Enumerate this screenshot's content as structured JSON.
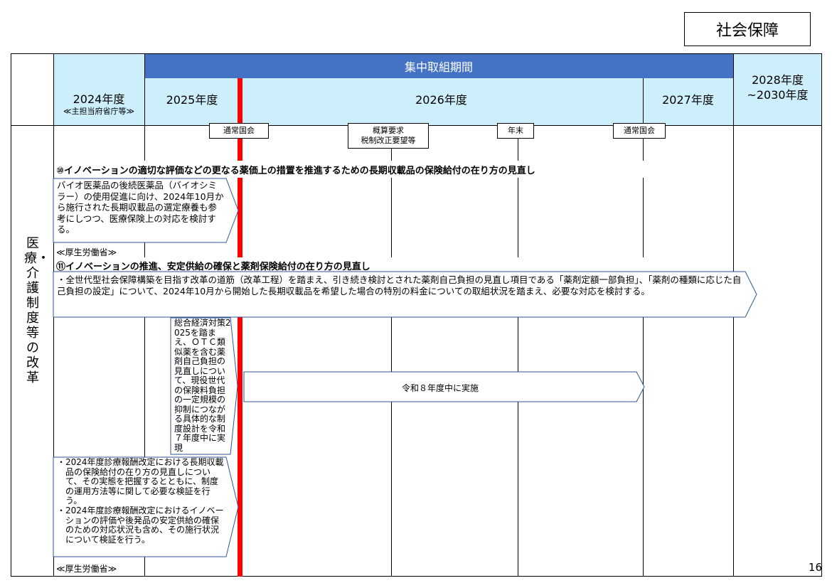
{
  "category_tag": "社会保障",
  "page_number": "16",
  "header": {
    "intensive_period": "集中取組期間",
    "fy2024": "2024年度",
    "fy2024_sub": "≪主担当府省庁等≫",
    "fy2025": "2025年度",
    "fy2026": "2026年度",
    "fy2027": "2027年度",
    "fy2028_line1": "2028年度",
    "fy2028_line2": "~2030年度"
  },
  "row_label": "医療・介護制度等の改革",
  "events": {
    "diet1": "通常国会",
    "budget_line1": "概算要求",
    "budget_line2": "税制改正要望等",
    "year_end": "年末",
    "diet2": "通常国会"
  },
  "items": {
    "item10_title": "⑩イノベーションの適切な評価などの更なる薬価上の措置を推進するための長期収載品の保険給付の在り方の見直し",
    "item10_body": "バイオ医薬品の後続医薬品（バイオシミラー）の使用促進に向け、2024年10月から施行された長期収載品の選定療養も参考にしつつ、医療保険上の対応を検討する。",
    "item10_ministry": "≪厚生労働省≫",
    "item11_title": "⑪イノベーションの推進、安定供給の確保と薬剤保険給付の在り方の見直し",
    "item11_body": "・全世代型社会保障構築を目指す改革の道筋（改革工程）を踏まえ、引き続き検討とされた薬剤自己負担の見直し項目である「薬剤定額一部負担」、「薬剤の種類に応じた自己負担の設定」について、2024年10月から開始した長期収載品を希望した場合の特別の料金についての取組状況を踏まえ、必要な対応を検討する。",
    "item11_policy": "総合経済対策2025を踏まえ、ＯＴＣ類似薬を含む薬剤自己負担の見直しについて、現役世代の保険料負担の一定規模の抑制につながる具体的な制度設計を令和７年度中に実現",
    "item11_implement": "令和８年度中に実施",
    "item11_review_1": "・2024年度診療報酬改定における長期収載品の保険給付の在り方の見直しについて、その実態を把握するとともに、制度の運用方法等に関して必要な検証を行う。",
    "item11_review_2": "・2024年度診療報酬改定におけるイノベーションの評価や後発品の安定供給の確保のための対応状況も含め、その施行状況について検証を行う。",
    "item11_ministry": "≪厚生労働省≫"
  },
  "colors": {
    "header_light": "#cdeefb",
    "header_dark": "#4472c4",
    "arrow_border": "#2f5597",
    "red_marker": "#ff0000"
  }
}
